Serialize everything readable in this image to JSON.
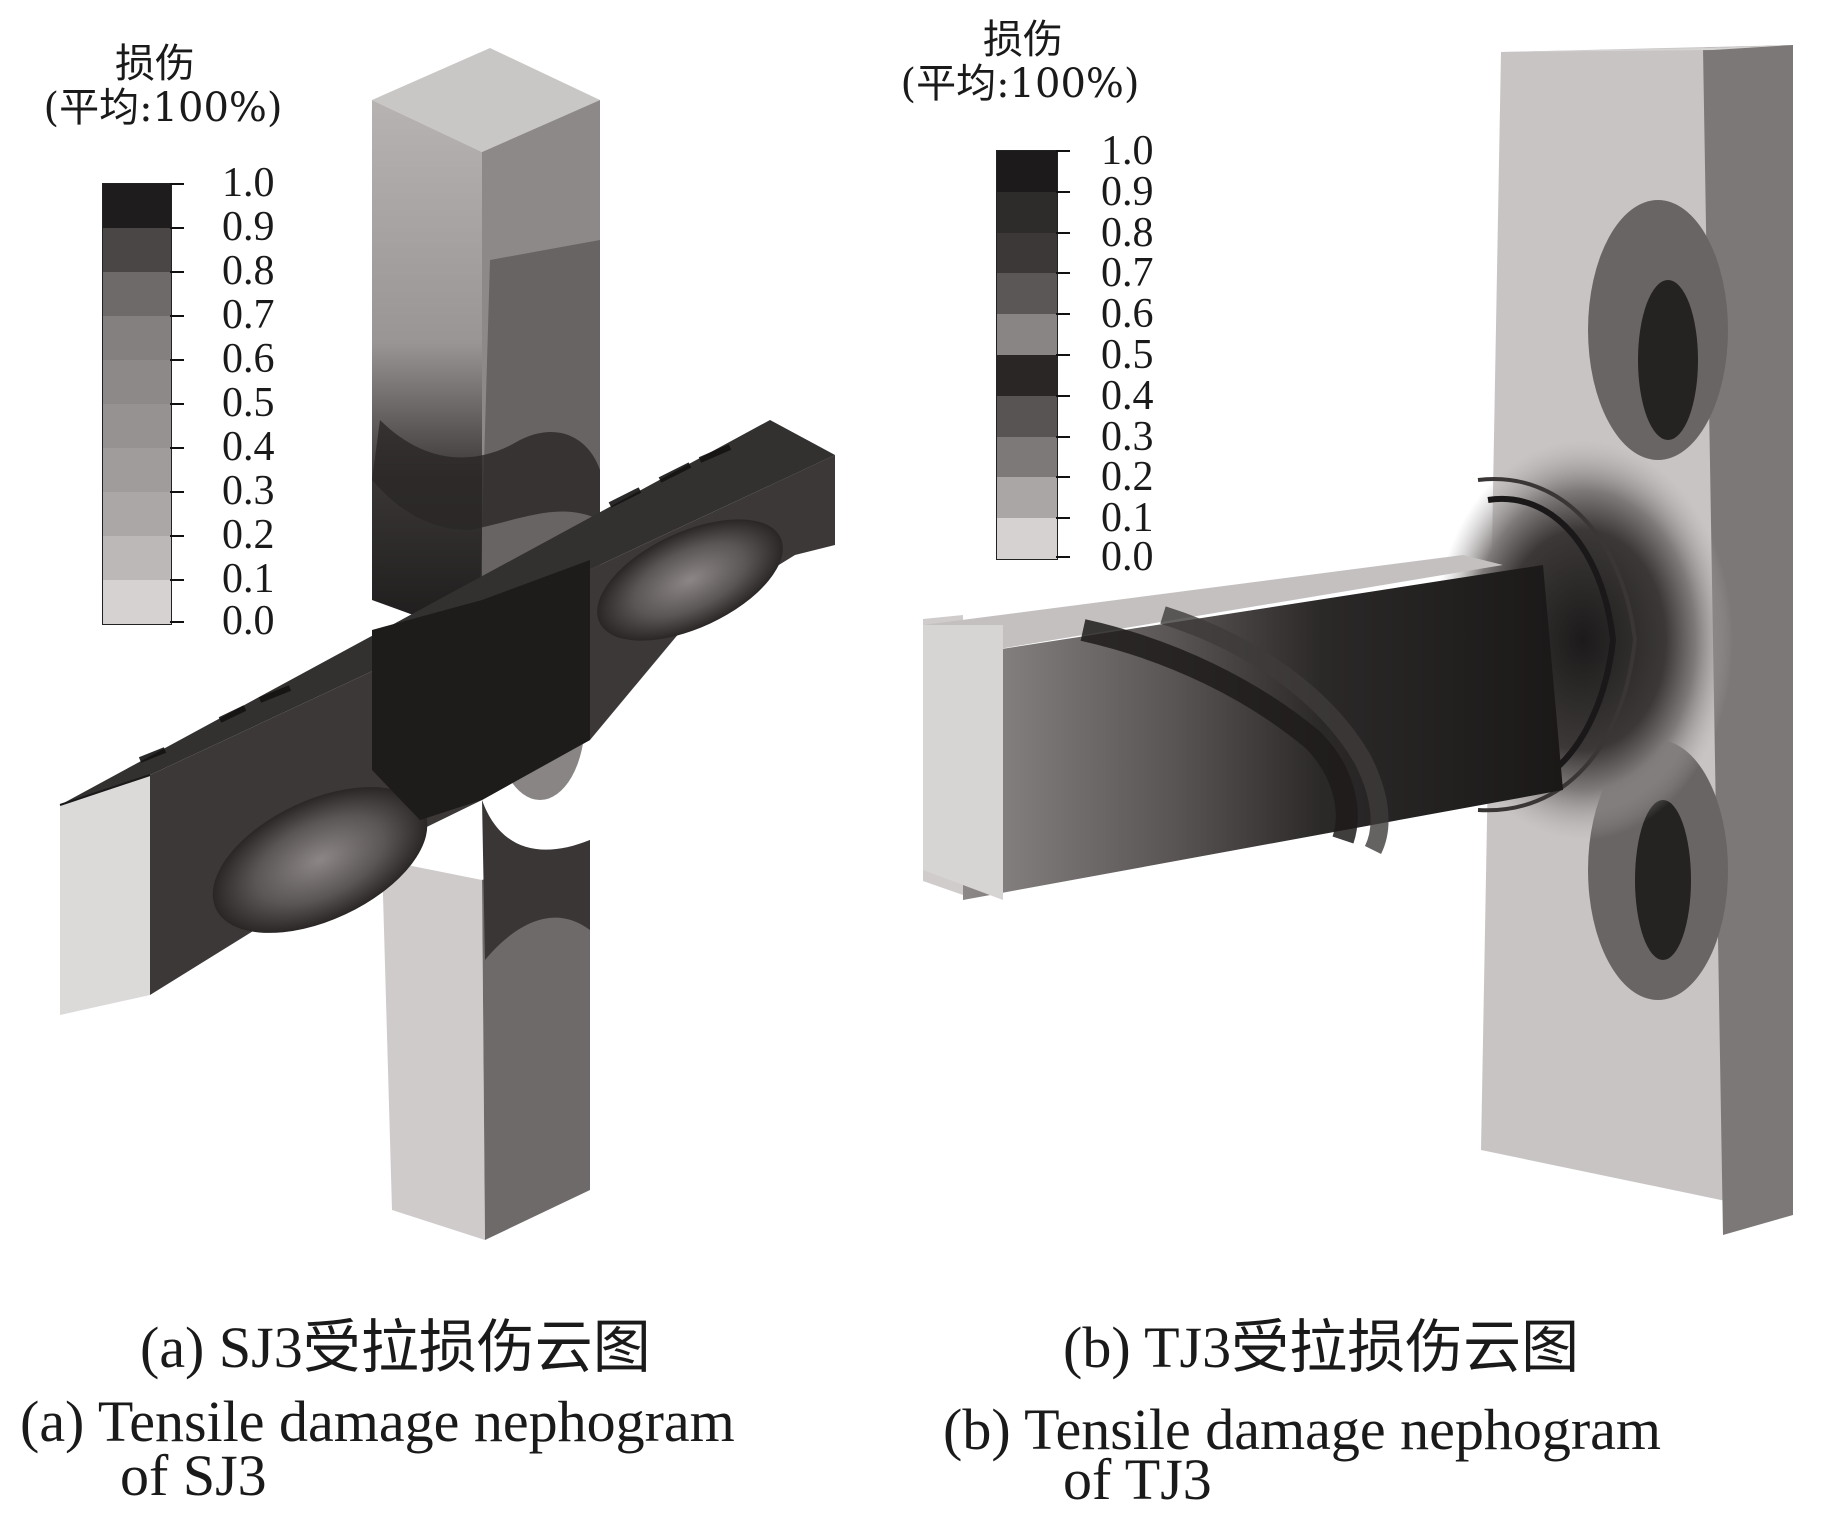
{
  "legend": {
    "title": "损伤",
    "subtitle": "(平均:100%)",
    "ticks": [
      "1.0",
      "0.9",
      "0.8",
      "0.7",
      "0.6",
      "0.5",
      "0.4",
      "0.3",
      "0.2",
      "0.1",
      "0.0"
    ]
  },
  "panels": [
    {
      "caption_zh": "(a)  SJ3受拉损伤云图",
      "caption_en_line1": "(a)  Tensile damage nephogram",
      "caption_en_line2": "of  SJ3"
    },
    {
      "caption_zh": "(b)  TJ3受拉损伤云图",
      "caption_en_line1": "(b)  Tensile damage nephogram",
      "caption_en_line2": "of  TJ3"
    }
  ],
  "colors": {
    "scale_top": "#1c1c1c",
    "scale_bottom": "#d9d6d6"
  }
}
